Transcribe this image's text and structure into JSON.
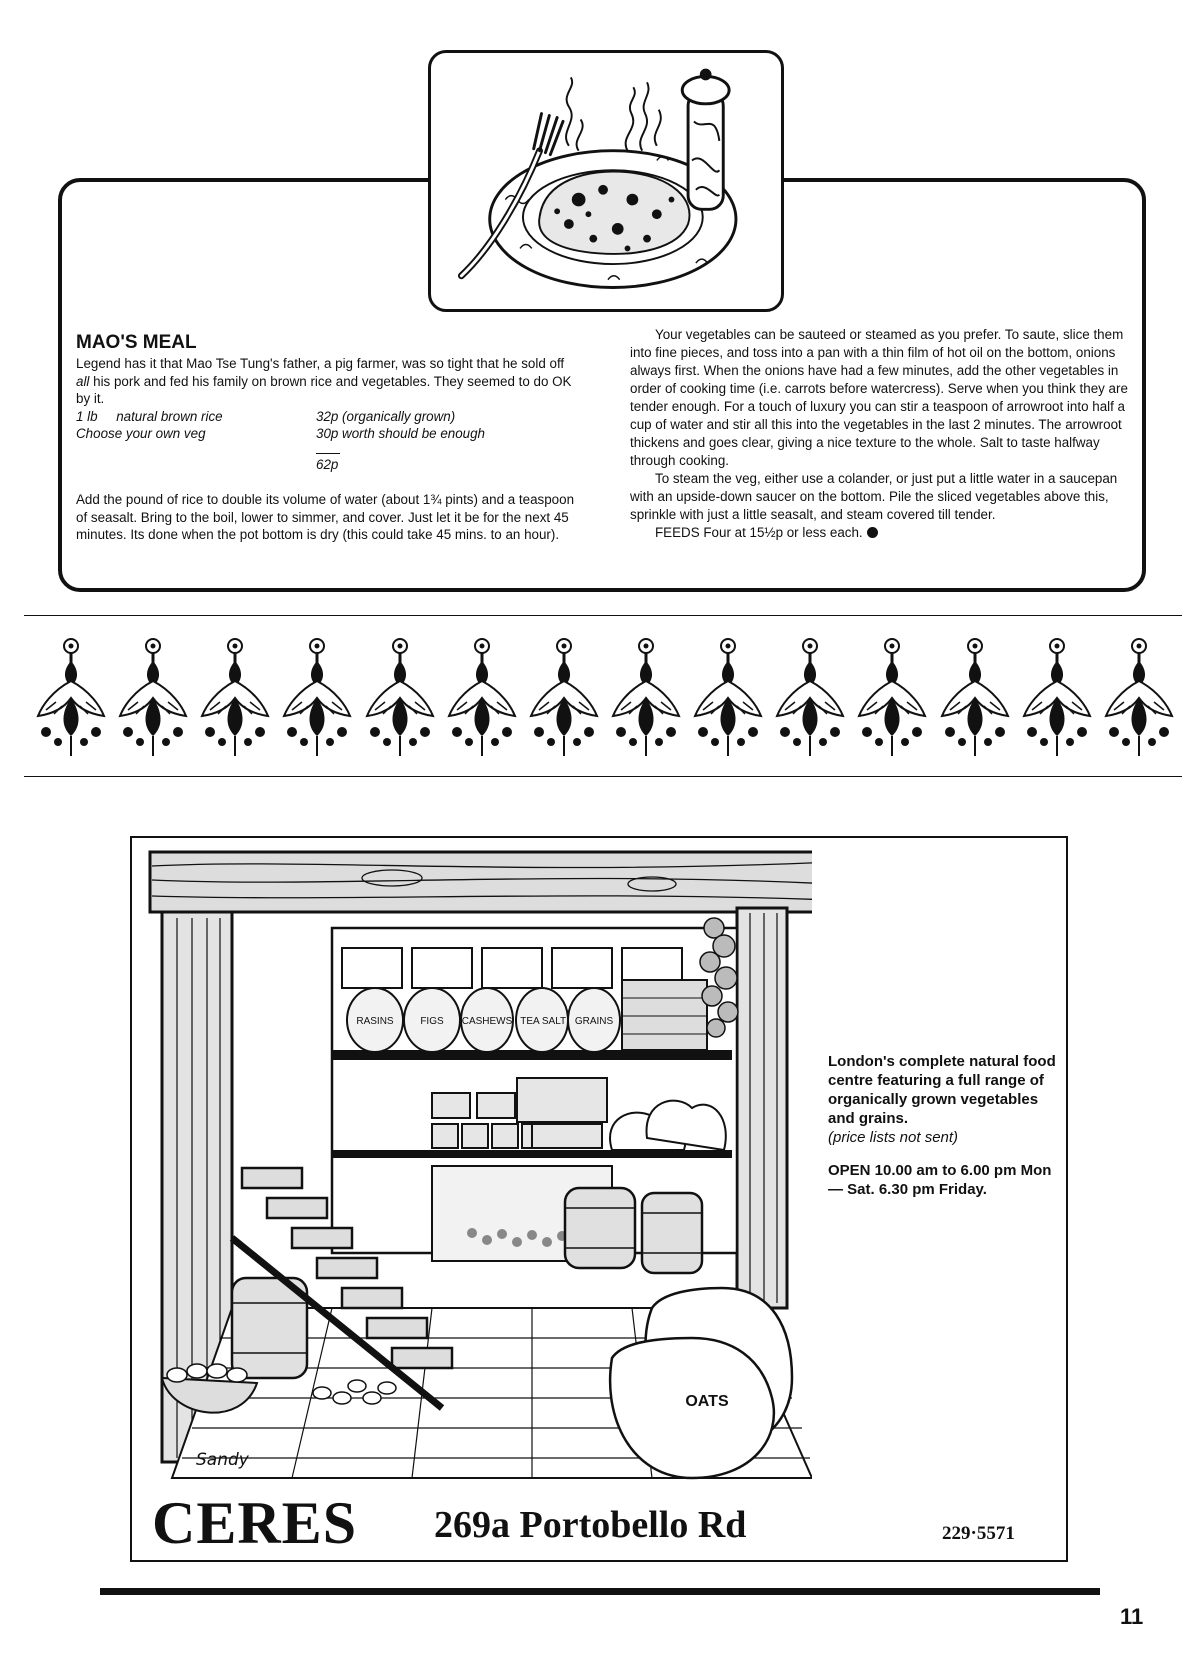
{
  "recipe": {
    "title": "MAO'S MEAL",
    "intro": "Legend has it that Mao Tse Tung's father, a pig farmer, was so tight that he sold off all his pork and fed his family on brown rice and vegetables. They seemed to do OK by it.",
    "ingredients": [
      {
        "item": "1 lb     natural brown rice",
        "cost": "32p (organically grown)"
      },
      {
        "item": "Choose your own veg",
        "cost": "30p worth should be enough"
      }
    ],
    "total": "62p",
    "method": "Add the pound of rice to double its volume of water (about 1¾ pints) and a teaspoon of seasalt. Bring to the boil, lower to simmer, and cover. Just let it be for the next 45 minutes. Its done when the pot bottom is dry (this could take 45 mins. to an hour).",
    "veg_para": "Your vegetables can be sauteed or steamed as you prefer. To saute, slice them into fine pieces, and toss into a pan with a thin film of hot oil on the bottom, onions always first. When the onions have had a few minutes, add the other vegetables in order of cooking time (i.e. carrots before watercress). Serve when you think they are tender enough. For a touch of luxury you can stir a teaspoon of arrowroot into half a cup of water and stir all this into the vegetables in the last 2 minutes. The arrowroot thickens and goes clear, giving a nice texture to the whole. Salt to taste halfway through cooking.",
    "steam_para": "To steam the veg, either use a colander, or just put a little water in a saucepan with an upside-down saucer on the bottom. Pile the sliced vegetables above this, sprinkle with just a little seasalt, and steam covered till tender.",
    "feeds": "FEEDS Four at 15½p or less each."
  },
  "ad": {
    "description": "London's complete natural food centre featuring a full range of organically grown vegetables and grains.",
    "note": "(price lists not sent)",
    "hours": "OPEN 10.00 am to 6.00 pm Mon — Sat. 6.30 pm Friday.",
    "name": "CERES",
    "address": "269a Portobello Rd",
    "phone": "229·5571",
    "signature": "Sandy",
    "jar_labels": [
      "RASINS",
      "FIGS",
      "CASHEWS",
      "TEA",
      "SALT",
      "GRAINS"
    ],
    "sack_label": "OATS"
  },
  "page": {
    "number": "11"
  }
}
